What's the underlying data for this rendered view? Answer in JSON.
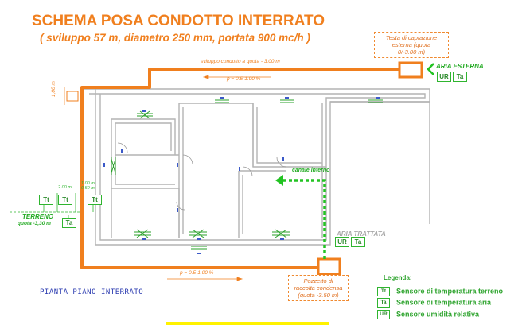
{
  "header": {
    "title": "SCHEMA POSA CONDOTTO INTERRATO",
    "subtitle": "( sviluppo 57 m, diametro 250 mm, portata 900 mc/h )"
  },
  "callouts": {
    "capture_line1": "Testa di captazione",
    "capture_line2": "esterna (quota",
    "capture_line3": "0/-3.00 m)",
    "drain_line1": "Pozzetto  di",
    "drain_line2": "raccolta condensa",
    "drain_line3": "(quota -3.50 m)"
  },
  "annotations": {
    "duct_top": "sviluppo condotto a quota - 3.00 m",
    "slope_top": "p = 0.5-1.00 %",
    "slope_bottom": "p = 0.5-1.00  %",
    "height_left": "1,00 m",
    "depth_2": "2.00 m",
    "depth_1": "1.00 m",
    "depth_05": "0.50 m",
    "inner_duct": "canale interno"
  },
  "labels": {
    "outside_air": "ARIA ESTERNA",
    "treated_air": "ARIA TRATTATA",
    "ground": "TERRENO",
    "ground_depth": "quota -3,30 m",
    "plan_name": "PIANTA PIANO INTERRATO"
  },
  "sensors": {
    "ur": "UR",
    "ta": "Ta",
    "tt": "Tt"
  },
  "legend": {
    "title": "Legenda:",
    "items": [
      {
        "code": "Tt",
        "text": "Sensore di temperatura terreno"
      },
      {
        "code": "Ta",
        "text": "Sensore di temperatura aria"
      },
      {
        "code": "UR",
        "text": "Sensore umidità relativa"
      }
    ]
  },
  "colors": {
    "duct": "#f07f1e",
    "inner_duct": "#22c322",
    "sensor": "#2fb52f",
    "walls": "#b4b4b4",
    "plan_label": "#2b3bb0"
  }
}
